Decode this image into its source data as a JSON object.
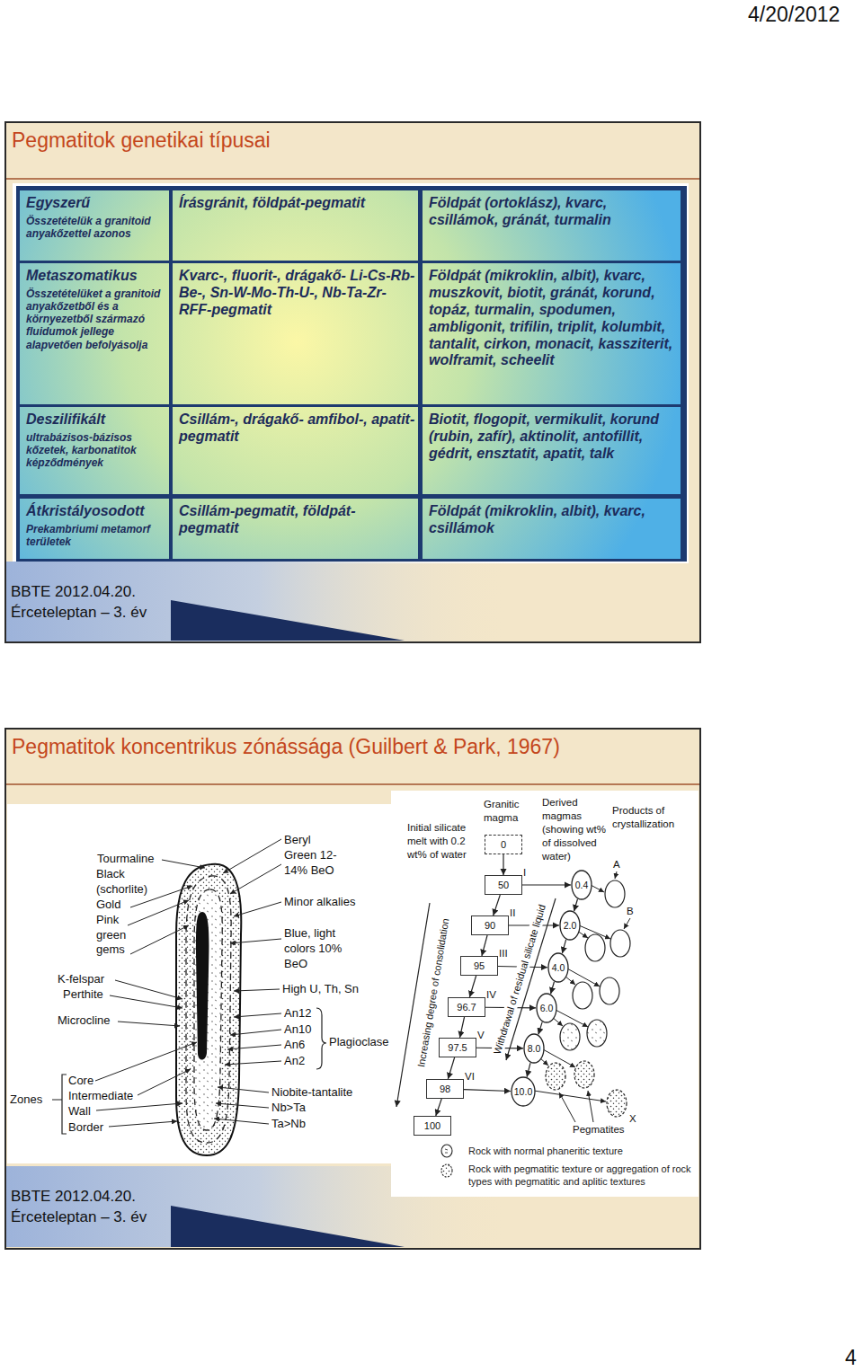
{
  "diagram": {
    "nodes": [
      {
        "text": [
          "Pegmatitok genetikai típusai"
        ]
      },
      {
        "text": [
          "Egyszerű",
          "Összetételük a granitoid anyakőzettel azonos"
        ],
        "in": 0
      },
      {
        "text": [
          "Írásgránit, földpát-pegmatit"
        ],
        "in": 0
      },
      {
        "text": [
          "Földpát (ortoklász), kvarc, csillámok, gránát, turmalin"
        ],
        "in": 0
      },
      {
        "text": [
          "Metaszomatikus",
          "Összetételüket a granitoid anyakőzetből és a környezetből származó fluidumok jellege alapvetően befolyásolja"
        ],
        "in": 0
      },
      {
        "text": [
          "Kvarc-, fluorit-, drágakő- Li-Cs-Rb-Be-, Sn-W-Mo-Th-U-, Nb-Ta-Zr-RFF-pegmatit"
        ],
        "in": 0
      },
      {
        "text": [
          "Földpát (mikroklin, albit), kvarc, muszkovit, biotit, gránát, korund, topáz, turmalin, spodumen, ambligonit, trifilin, triplit, kolumbit, tantalit, cirkon, monacit, kassziterit, wolframit, scheelit"
        ],
        "in": 0
      },
      {
        "text": [
          "Deszilifikált",
          "ultrabázisos-bázisos kőzetek, karbonatitok képződmények"
        ],
        "in": 0
      },
      {
        "text": [
          "Csillám-, drágakő- amfibol-, apatit-pegmatit"
        ],
        "in": 0
      },
      {
        "text": [
          "Biotit, flogopit, vermikulit, korund (rubin, zafír), aktinolit, antofillit, gédrit, ensztatit, apatit, talk"
        ],
        "in": 0
      },
      {
        "text": [
          "Átkristályosodott",
          "Prekambriumi metamorf területek"
        ],
        "in": 0
      },
      {
        "text": [
          "Csillám-pegmatit, földpát-pegmatit"
        ],
        "in": 0
      },
      {
        "text": [
          "Földpát (mikroklin, albit), kvarc, csillámok"
        ],
        "in": 0
      },
      {
        "text": [
          "Pegmatitok koncentrikus zónássága (Guilbert & Park, 1967)"
        ]
      },
      {
        "text": [
          "0"
        ],
        "in": 13
      },
      {
        "text": [
          "50"
        ],
        "in": 13
      },
      {
        "text": [
          "90"
        ],
        "in": 13
      },
      {
        "text": [
          "95"
        ],
        "in": 13
      },
      {
        "text": [
          "96.7"
        ],
        "in": 13
      },
      {
        "text": [
          "97.5"
        ],
        "in": 13
      },
      {
        "text": [
          "98"
        ],
        "in": 13
      },
      {
        "text": [
          "100"
        ],
        "in": 13
      },
      {
        "text": [
          "0.4"
        ],
        "in": 13
      },
      {
        "text": [
          "2.0"
        ],
        "in": 13
      },
      {
        "text": [
          "4.0"
        ],
        "in": 13
      },
      {
        "text": [
          "6.0"
        ],
        "in": 13
      },
      {
        "text": [
          "8.0"
        ],
        "in": 13
      },
      {
        "text": [
          "10.0"
        ],
        "in": 13
      }
    ],
    "edges": [
      {
        "from": 14,
        "to": 15,
        "arrow": "to"
      },
      {
        "from": 15,
        "to": 16,
        "arrow": "to"
      },
      {
        "from": 16,
        "to": 17,
        "arrow": "to"
      },
      {
        "from": 17,
        "to": 18,
        "arrow": "to"
      },
      {
        "from": 18,
        "to": 19,
        "arrow": "to"
      },
      {
        "from": 19,
        "to": 20,
        "arrow": "to"
      },
      {
        "from": 20,
        "to": 21,
        "arrow": "to"
      },
      {
        "from": 15,
        "to": 22,
        "arrow": "to"
      },
      {
        "from": 16,
        "to": 23,
        "arrow": "to"
      },
      {
        "from": 17,
        "to": 24,
        "arrow": "to"
      },
      {
        "from": 18,
        "to": 25,
        "arrow": "to"
      },
      {
        "from": 19,
        "to": 26,
        "arrow": "to"
      },
      {
        "from": 20,
        "to": 27,
        "arrow": "to"
      },
      {
        "from": 22,
        "to": 23,
        "arrow": "to"
      },
      {
        "from": 23,
        "to": 24,
        "arrow": "to"
      },
      {
        "from": 24,
        "to": 25,
        "arrow": "to"
      },
      {
        "from": 25,
        "to": 26,
        "arrow": "to"
      },
      {
        "from": 26,
        "to": 27,
        "arrow": "to"
      }
    ],
    "labels": [
      "4/20/2012",
      "BBTE 2012.04.20. Érceteleptan – 3. év",
      "Tourmaline",
      "Black (schorlite) Gold Pink green gems",
      "K-felspar",
      "Perthite",
      "Microcline",
      "Zones",
      "Core",
      "Intermediate",
      "Wall",
      "Border",
      "Beryl",
      "Green 12-14% BeO",
      "Minor alkalies",
      "Blue, light colors 10% BeO",
      "High U, Th, Sn",
      "An12",
      "An10",
      "An6",
      "An2",
      "Plagioclase",
      "Niobite-tantalite",
      "Nb>Ta",
      "Ta>Nb",
      "Granitic magma",
      "Initial silicate melt with 0.2 wt% of water",
      "Derived magmas (showing wt% of dissolved water)",
      "Products of crystallization",
      "Increasing degree of consolidation",
      "Withdrawal of residual silicate liquid",
      "I",
      "II",
      "III",
      "IV",
      "V",
      "VI",
      "A",
      "B",
      "X",
      "Pegmatites",
      "BBTE 2012.04.20. Érceteleptan – 3. év",
      "4"
    ],
    "legend": [
      {
        "text": "Rock with normal phaneritic texture"
      },
      {
        "text": "Rock with pegmatitic texture or aggregation of rock types with pegmatitic and aplitic textures"
      }
    ]
  }
}
